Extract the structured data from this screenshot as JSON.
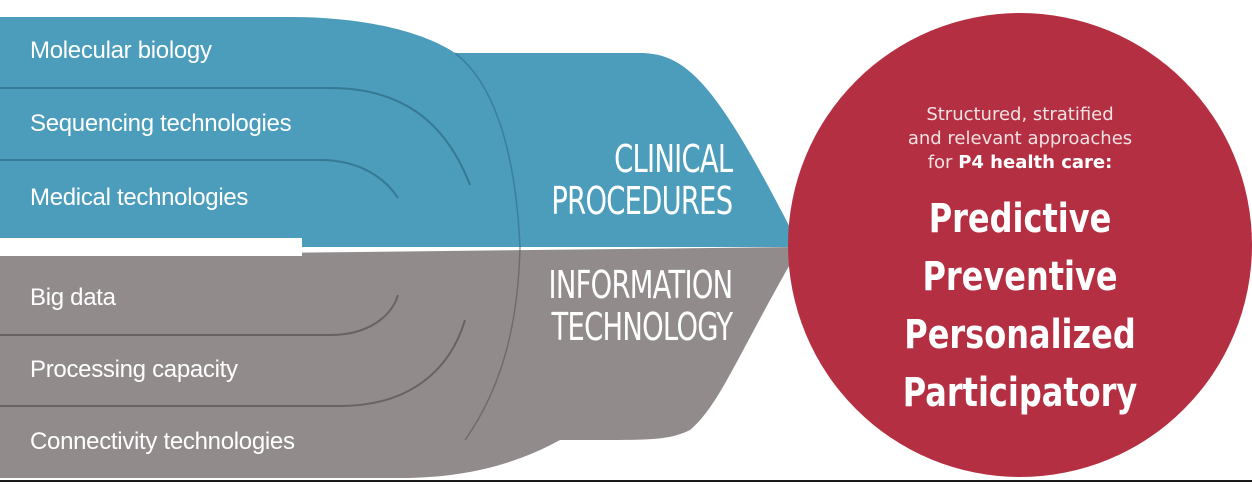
{
  "colors": {
    "blue": "#4b9dbb",
    "blue_line": "#2f6d88",
    "gray": "#928b8c",
    "gray_line": "#5e5758",
    "red": "#b52f42",
    "white": "#ffffff"
  },
  "clinical": {
    "title_line1": "CLINICAL",
    "title_line2": "PROCEDURES",
    "items": [
      {
        "label": "Molecular biology"
      },
      {
        "label": "Sequencing technologies"
      },
      {
        "label": "Medical technologies"
      }
    ]
  },
  "information": {
    "title_line1": "INFORMATION",
    "title_line2": "TECHNOLOGY",
    "items": [
      {
        "label": "Big data"
      },
      {
        "label": "Processing capacity"
      },
      {
        "label": "Connectivity technologies"
      }
    ]
  },
  "outcome": {
    "intro_line1": "Structured, stratified",
    "intro_line2": "and relevant approaches",
    "intro_line3_prefix": "for ",
    "intro_line3_bold": "P4 health care:",
    "p4": [
      {
        "label": "Predictive"
      },
      {
        "label": "Preventive"
      },
      {
        "label": "Personalized"
      },
      {
        "label": "Participatory"
      }
    ]
  }
}
